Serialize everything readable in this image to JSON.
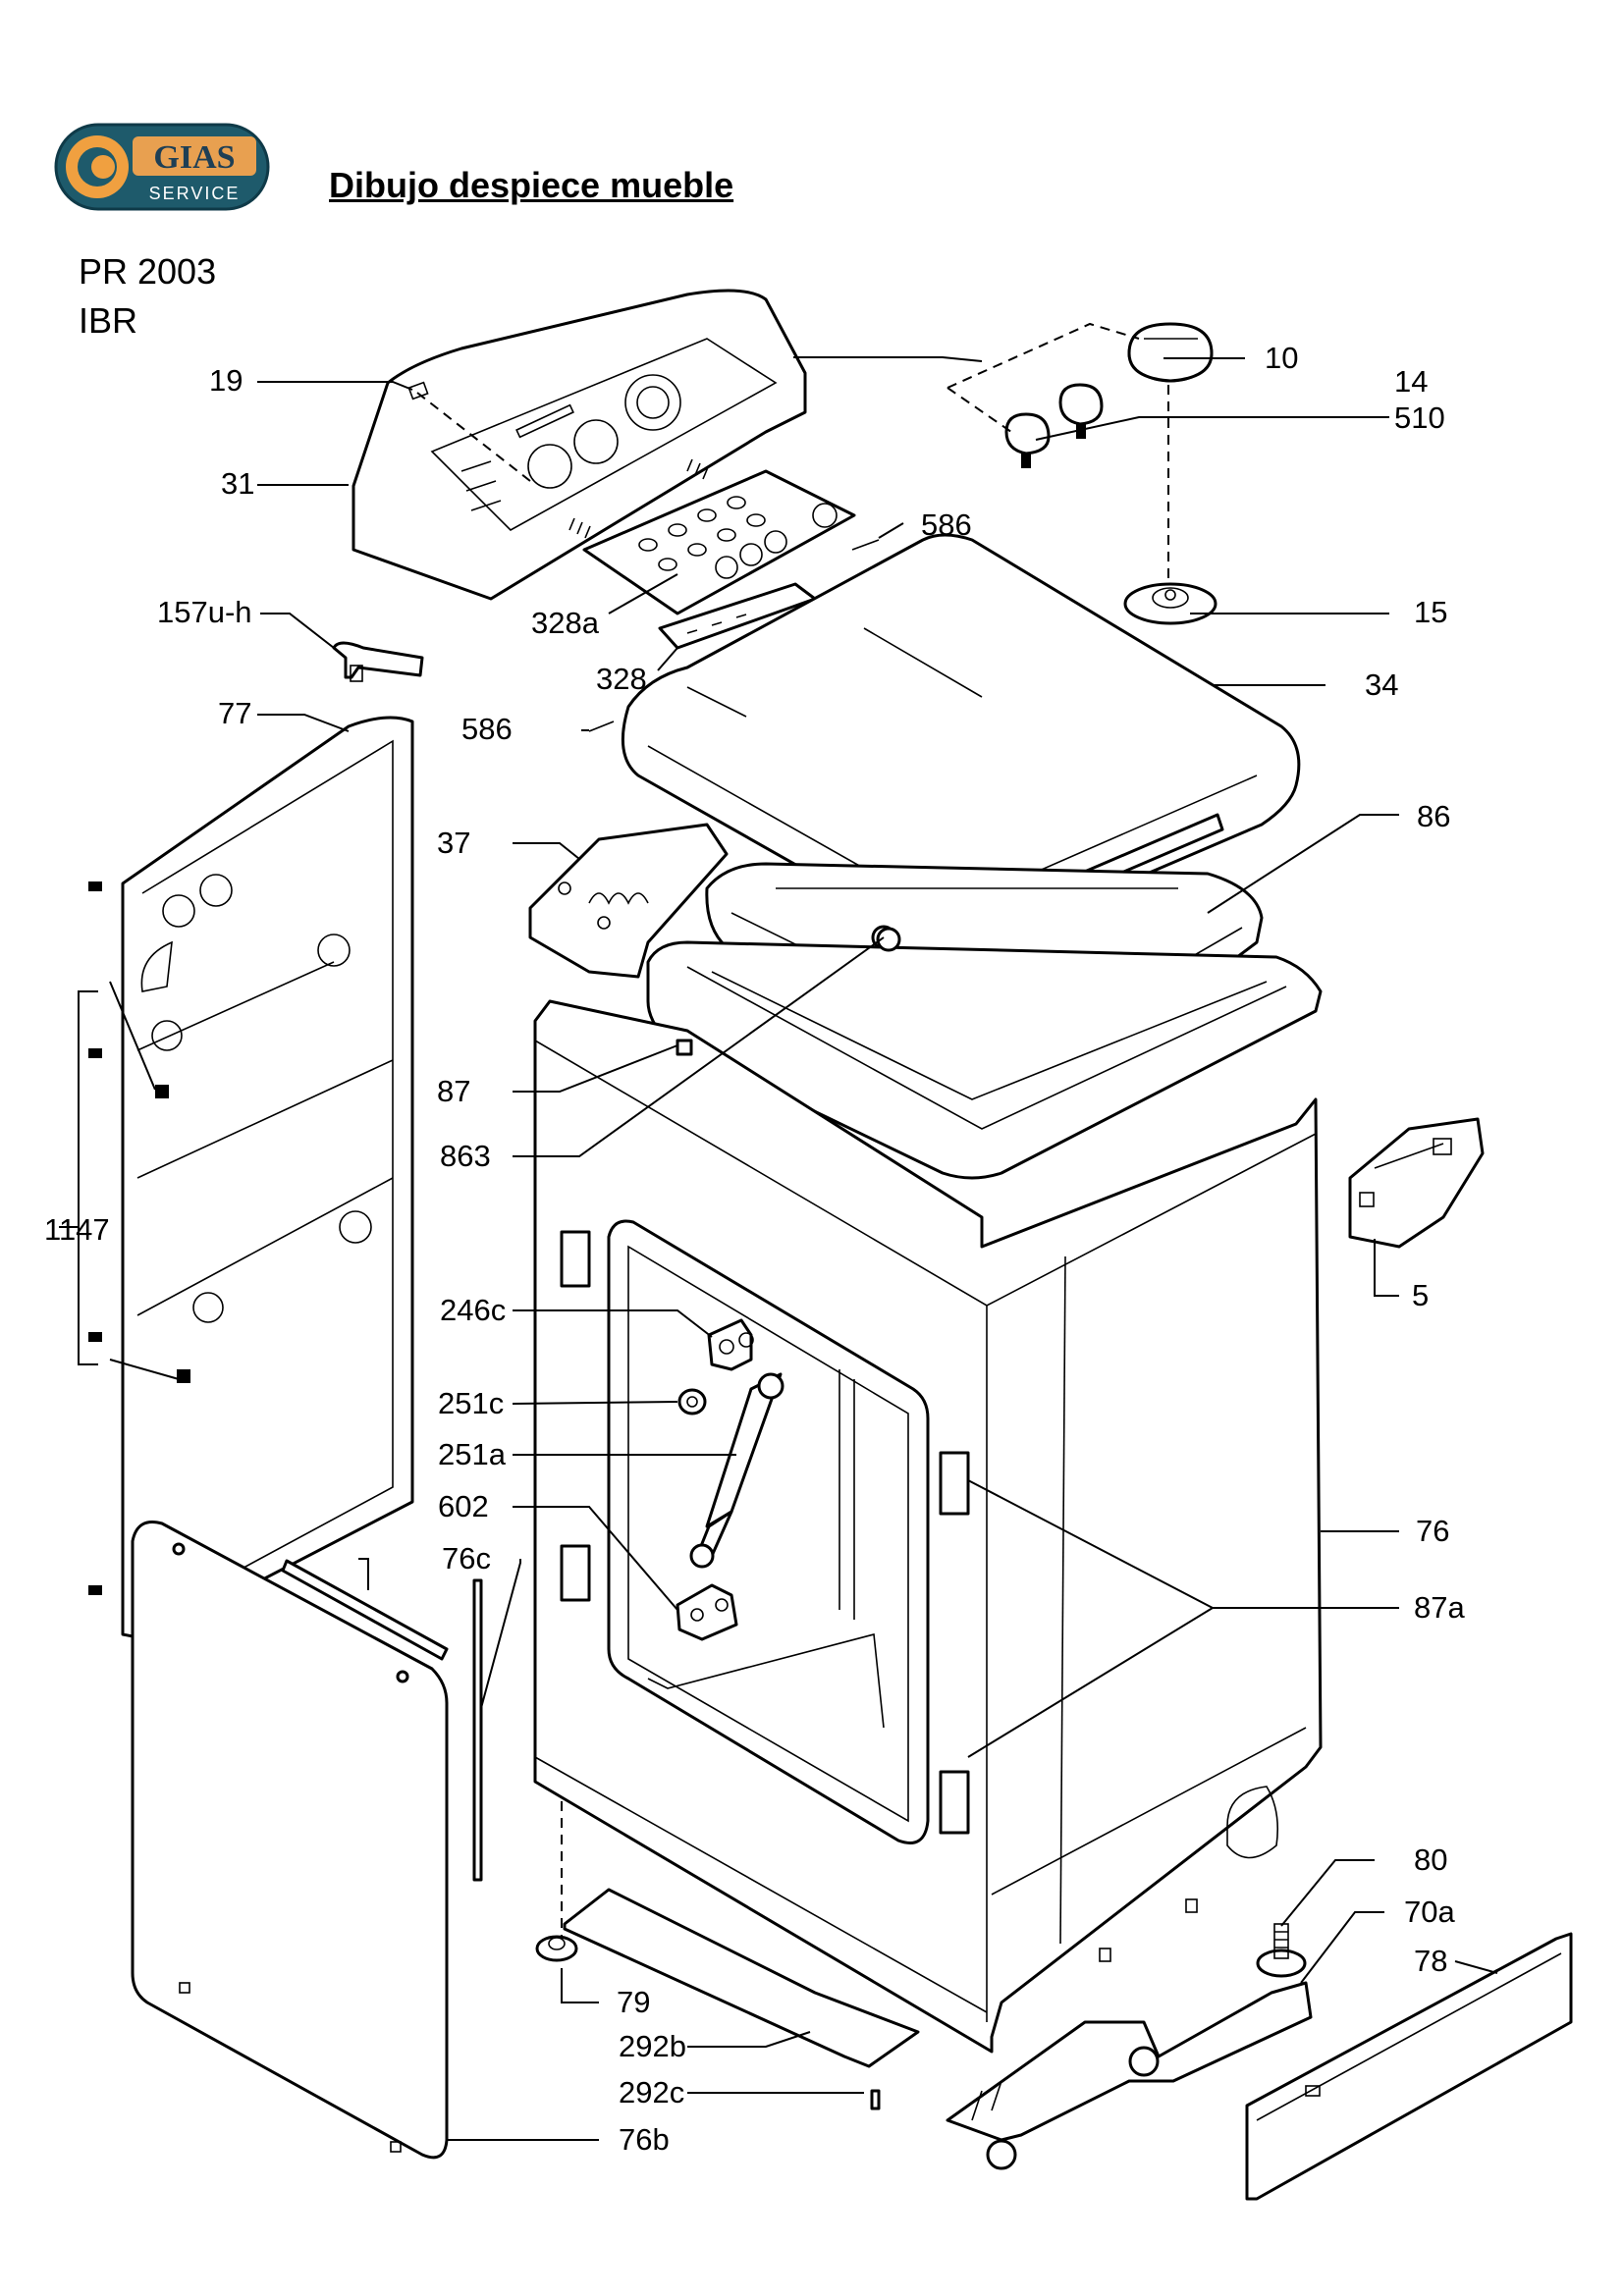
{
  "brand": {
    "logo_name": "GIAS",
    "logo_sub": "SERVICE",
    "colors": {
      "badge": "#1e5a6b",
      "accent": "#f0a040"
    }
  },
  "header": {
    "title": "Dibujo despiece mueble",
    "model_line1": "PR 2003",
    "model_line2": "IBR"
  },
  "callouts": [
    "19",
    "31",
    "157u-h",
    "77",
    "1147",
    "328a",
    "328",
    "586",
    "586",
    "10",
    "14",
    "510",
    "15",
    "34",
    "86",
    "37",
    "87",
    "863",
    "5",
    "246c",
    "251c",
    "251a",
    "602",
    "76c",
    "76",
    "87a",
    "79",
    "292b",
    "292c",
    "76b",
    "80",
    "70a",
    "78"
  ]
}
